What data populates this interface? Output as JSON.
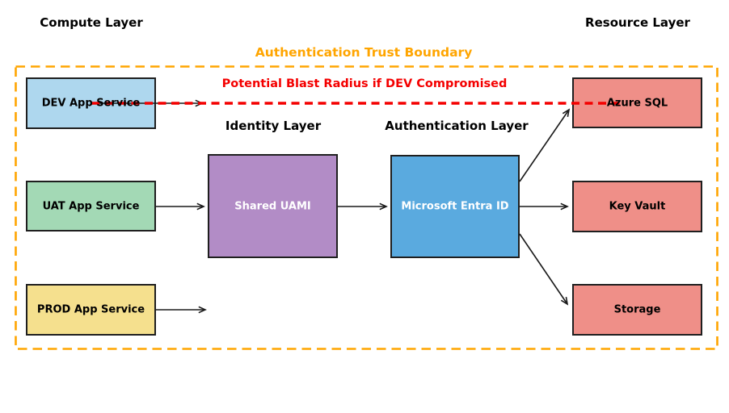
{
  "layers": {
    "compute_layer": "Compute Layer",
    "resource_layer": "Resource Layer",
    "identity_layer": "Identity Layer",
    "authentication_layer": "Authentication Layer"
  },
  "trust_boundary": {
    "label": "Authentication Trust Boundary",
    "color": "#FFA500"
  },
  "blast_radius": {
    "label": "Potential Blast Radius if DEV Compromised",
    "color": "#F40000"
  },
  "nodes": {
    "dev": {
      "label": "DEV App Service",
      "fill": "#AED7EE",
      "text_color": "#000000"
    },
    "uat": {
      "label": "UAT App Service",
      "fill": "#A3D9B5",
      "text_color": "#000000"
    },
    "prod": {
      "label": "PROD App Service",
      "fill": "#F5E08E",
      "text_color": "#000000"
    },
    "uami": {
      "label": "Shared UAMI",
      "fill": "#B28CC6",
      "text_color": "#FFFFFF"
    },
    "entra": {
      "label": "Microsoft Entra ID",
      "fill": "#5AAADF",
      "text_color": "#FFFFFF"
    },
    "sql": {
      "label": "Azure SQL",
      "fill": "#EF8F88",
      "text_color": "#000000"
    },
    "kv": {
      "label": "Key Vault",
      "fill": "#EF8F88",
      "text_color": "#000000"
    },
    "storage": {
      "label": "Storage",
      "fill": "#EF8F88",
      "text_color": "#000000"
    }
  },
  "edges": [
    {
      "from": "DEV App Service",
      "to": "Azure SQL",
      "style": "dashed-red",
      "note": "potential blast radius path"
    },
    {
      "from": "DEV App Service",
      "to": "",
      "style": "solid-black",
      "note": "short arrow ending before Identity Layer"
    },
    {
      "from": "UAT App Service",
      "to": "Shared UAMI",
      "style": "solid-black"
    },
    {
      "from": "Shared UAMI",
      "to": "Microsoft Entra ID",
      "style": "solid-black"
    },
    {
      "from": "Microsoft Entra ID",
      "to": "Azure SQL",
      "style": "solid-black"
    },
    {
      "from": "Microsoft Entra ID",
      "to": "Key Vault",
      "style": "solid-black"
    },
    {
      "from": "Microsoft Entra ID",
      "to": "Storage",
      "style": "solid-black"
    },
    {
      "from": "PROD App Service",
      "to": "",
      "style": "solid-black",
      "note": "short arrow ending before Identity Layer"
    }
  ],
  "style": {
    "node_border": "#1F1F1F",
    "arrow_color": "#1A1A1A",
    "background": "#FFFFFF"
  }
}
